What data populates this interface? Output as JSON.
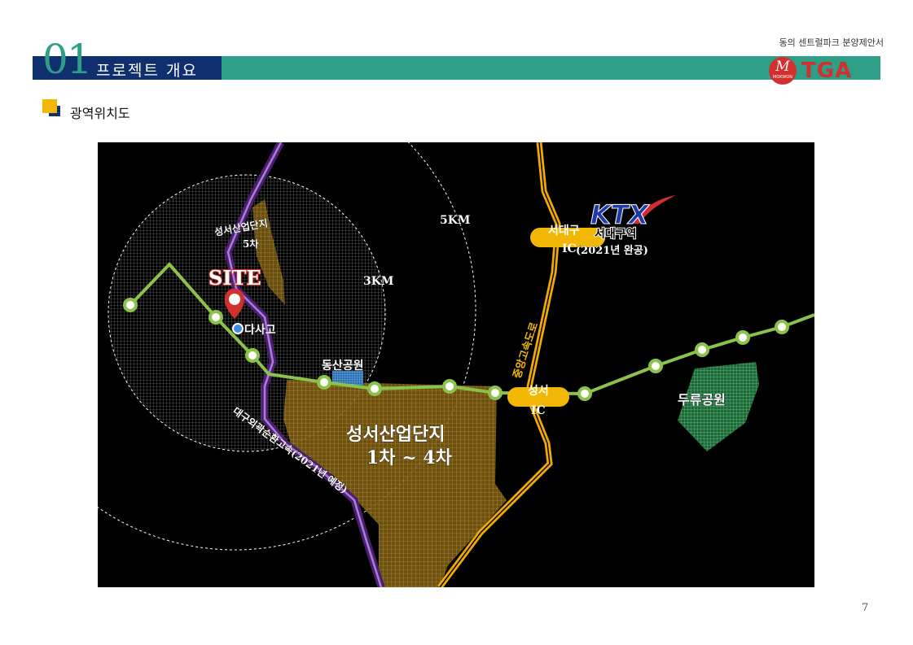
{
  "header": {
    "doc_title": "동의 센트럴파크 분양제안서",
    "section_number": "01",
    "section_title": "프로젝트 개요",
    "logo_text": "TGA",
    "logo_plus": "+",
    "logo_emblem_letter": "M",
    "logo_emblem_sub": "MOKWON"
  },
  "subtitle": "광역위치도",
  "map": {
    "badge": "KTX",
    "labels": {
      "site": "SITE",
      "ring_3km": "3KM",
      "ring_5km": "5KM",
      "industrial_5": "성서산업단지",
      "industrial_5_sub": "5차",
      "daesa_school": "다사고",
      "dongsan_park": "동산공원",
      "industrial_main": "성서산업단지",
      "industrial_main_sub": "1차 ~ 4차",
      "seodaegu_ic": "서대구",
      "seodaegu_ic_sub": "IC",
      "seodaegu_station": "서대구역",
      "seodaegu_station_sub": "(2021년 완공)",
      "seongseo_ic": "성서",
      "seongseo_ic_sub": "IC",
      "duryu_park": "두류공원",
      "expressway": "중앙고속도로",
      "outer_ring": "대구외곽순환고속(2021년 예정)"
    },
    "colors": {
      "metro_line": "#8bc34a",
      "highway": "#f2a900",
      "outer_ring": "#7b3fa6",
      "industrial": "#8a6d1f",
      "park_green": "#1e6b3a",
      "site_marker": "#d32f2f"
    }
  },
  "page_number": "7"
}
